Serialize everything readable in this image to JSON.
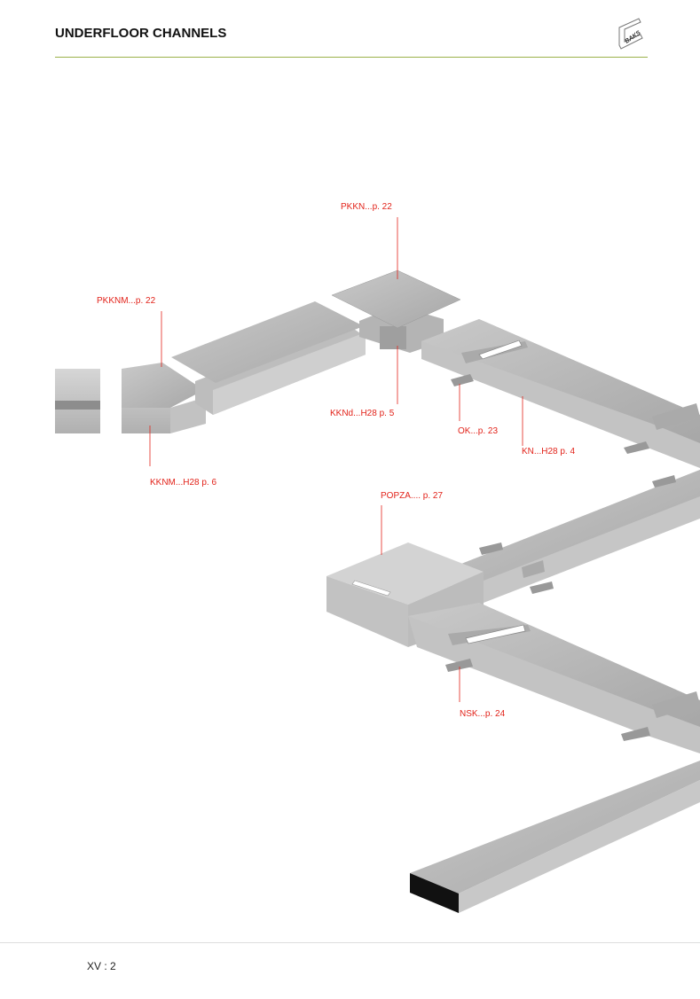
{
  "header": {
    "title": "UNDERFLOOR CHANNELS",
    "logo_text": "BAKS"
  },
  "callouts": {
    "pkkn": "PKKN...p. 22",
    "pkknm": "PKKNM...p. 22",
    "kknd": "KKNd...H28 p. 5",
    "ok": "OK...p. 23",
    "kn": "KN...H28 p. 4",
    "kknm": "KKNM...H28 p. 6",
    "popza": "POPZA.... p. 27",
    "nsk": "NSK...p. 24"
  },
  "footer": {
    "page_number": "XV : 2"
  },
  "colors": {
    "accent_line": "#9bb24a",
    "callout": "#e2231a",
    "metal": "#b9b9b9"
  }
}
